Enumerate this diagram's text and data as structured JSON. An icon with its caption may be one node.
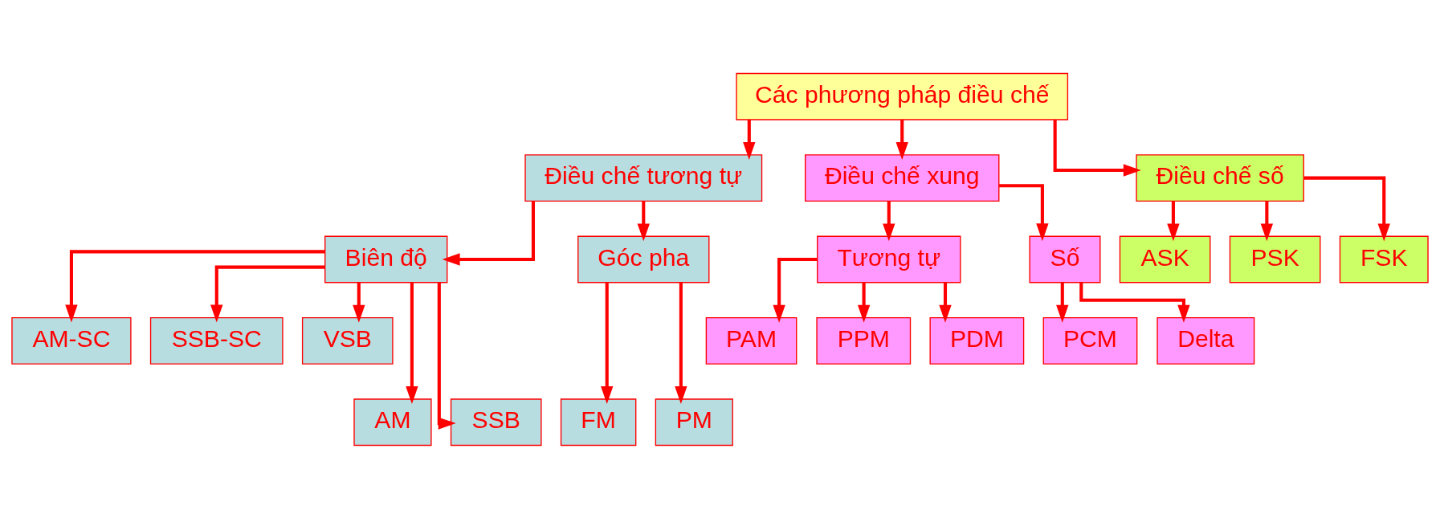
{
  "diagram": {
    "nodes": [
      {
        "text": [
          "Các phương pháp điều chế"
        ]
      },
      {
        "text": [
          "Điều chế tương tự"
        ]
      },
      {
        "text": [
          "Điều chế xung"
        ]
      },
      {
        "text": [
          "Điều chế số"
        ]
      },
      {
        "text": [
          "Biên độ"
        ]
      },
      {
        "text": [
          "Góc pha"
        ]
      },
      {
        "text": [
          "Tương tự"
        ]
      },
      {
        "text": [
          "Số"
        ]
      },
      {
        "text": [
          "ASK"
        ]
      },
      {
        "text": [
          "PSK"
        ]
      },
      {
        "text": [
          "FSK"
        ]
      },
      {
        "text": [
          "AM-SC"
        ]
      },
      {
        "text": [
          "SSB-SC"
        ]
      },
      {
        "text": [
          "VSB"
        ]
      },
      {
        "text": [
          "PAM"
        ]
      },
      {
        "text": [
          "PPM"
        ]
      },
      {
        "text": [
          "PDM"
        ]
      },
      {
        "text": [
          "PCM"
        ]
      },
      {
        "text": [
          "Delta"
        ]
      },
      {
        "text": [
          "AM"
        ]
      },
      {
        "text": [
          "SSB"
        ]
      },
      {
        "text": [
          "FM"
        ]
      },
      {
        "text": [
          "PM"
        ]
      }
    ],
    "edges": [
      {
        "from": 0,
        "to": 1,
        "arrow": "to"
      },
      {
        "from": 0,
        "to": 2,
        "arrow": "to"
      },
      {
        "from": 0,
        "to": 3,
        "arrow": "to"
      },
      {
        "from": 1,
        "to": 4,
        "arrow": "to"
      },
      {
        "from": 1,
        "to": 5,
        "arrow": "to"
      },
      {
        "from": 2,
        "to": 6,
        "arrow": "to"
      },
      {
        "from": 2,
        "to": 7,
        "arrow": "to"
      },
      {
        "from": 3,
        "to": 8,
        "arrow": "to"
      },
      {
        "from": 3,
        "to": 9,
        "arrow": "to"
      },
      {
        "from": 3,
        "to": 10,
        "arrow": "to"
      },
      {
        "from": 4,
        "to": 11,
        "arrow": "to"
      },
      {
        "from": 4,
        "to": 19,
        "arrow": "to"
      },
      {
        "from": 4,
        "to": 12,
        "arrow": "to"
      },
      {
        "from": 4,
        "to": 20,
        "arrow": "to"
      },
      {
        "from": 4,
        "to": 13,
        "arrow": "to"
      },
      {
        "from": 5,
        "to": 21,
        "arrow": "to"
      },
      {
        "from": 5,
        "to": 22,
        "arrow": "to"
      },
      {
        "from": 6,
        "to": 14,
        "arrow": "to"
      },
      {
        "from": 6,
        "to": 15,
        "arrow": "to"
      },
      {
        "from": 6,
        "to": 16,
        "arrow": "to"
      },
      {
        "from": 7,
        "to": 17,
        "arrow": "to"
      },
      {
        "from": 7,
        "to": 18,
        "arrow": "to"
      }
    ]
  }
}
